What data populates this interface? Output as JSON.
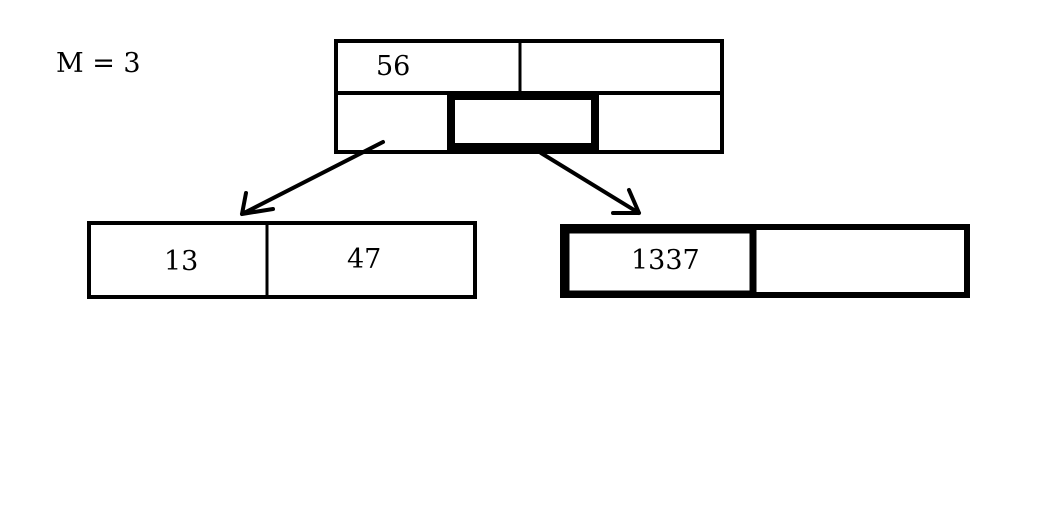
{
  "order_label": "M = 3",
  "root": {
    "keys": [
      "56",
      ""
    ]
  },
  "children": [
    {
      "keys": [
        "13",
        "47"
      ]
    },
    {
      "keys": [
        "1337",
        ""
      ]
    }
  ],
  "colors": {
    "background": "#ffffff",
    "stroke": "#000000"
  }
}
